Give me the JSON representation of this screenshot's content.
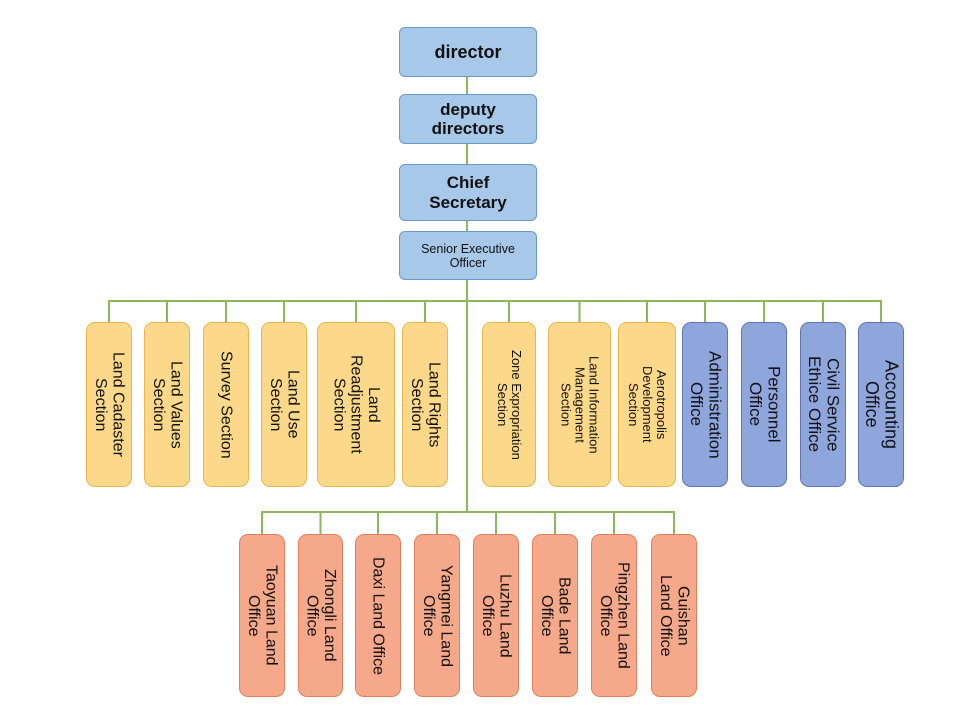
{
  "colors": {
    "connector": "#8DB85A",
    "top_fill": "#A8C8EA",
    "top_border": "#6A98C8",
    "section_fill": "#FCD98A",
    "section_border": "#E9B64C",
    "office_fill": "#8FA6DD",
    "office_border": "#5D76B4",
    "local_fill": "#F6A98A",
    "local_border": "#E07F5C"
  },
  "hierarchy": [
    {
      "id": "director",
      "label": "director"
    },
    {
      "id": "deputy",
      "label": "deputy\ndirectors"
    },
    {
      "id": "chief",
      "label": "Chief\nSecretary"
    },
    {
      "id": "seo",
      "label": "Senior Executive\nOfficer"
    }
  ],
  "units": [
    {
      "id": "land-cadaster",
      "label": "Land Cadaster\nSection",
      "kind": "section"
    },
    {
      "id": "land-values",
      "label": "Land Values\nSection",
      "kind": "section"
    },
    {
      "id": "survey",
      "label": "Survey Section",
      "kind": "section"
    },
    {
      "id": "land-use",
      "label": "Land Use\nSection",
      "kind": "section"
    },
    {
      "id": "land-readjustment",
      "label": "Land\nReadjustment\nSection",
      "kind": "section"
    },
    {
      "id": "land-rights",
      "label": "Land Rights\nSection",
      "kind": "section"
    },
    {
      "id": "zone-expropriation",
      "label": "Zone Expropriation\nSection",
      "kind": "section"
    },
    {
      "id": "land-information",
      "label": "Land Information\nManagement\nSection",
      "kind": "section"
    },
    {
      "id": "aerotropolis",
      "label": "Aerotropolis\nDevelopment\nSection",
      "kind": "section"
    },
    {
      "id": "administration",
      "label": "Administration\nOffice",
      "kind": "office"
    },
    {
      "id": "personnel",
      "label": "Personnel\nOffice",
      "kind": "office"
    },
    {
      "id": "civil-service",
      "label": "Civil Service\nEthice Office",
      "kind": "office"
    },
    {
      "id": "accounting",
      "label": "Accounting\nOffice",
      "kind": "office"
    }
  ],
  "land_offices": [
    {
      "id": "taoyuan",
      "label": "Taoyuan Land\nOffice"
    },
    {
      "id": "zhongli",
      "label": "Zhongli Land\nOffice"
    },
    {
      "id": "daxi",
      "label": "Daxi Land Office"
    },
    {
      "id": "yangmei",
      "label": "Yangmei  Land\nOffice"
    },
    {
      "id": "luzhu",
      "label": "Luzhu Land\nOffice"
    },
    {
      "id": "bade",
      "label": "Bade Land\nOffice"
    },
    {
      "id": "pingzhen",
      "label": "Pingzhen  Land\nOffice"
    },
    {
      "id": "guishan",
      "label": "Guishan\nLand Office"
    }
  ]
}
